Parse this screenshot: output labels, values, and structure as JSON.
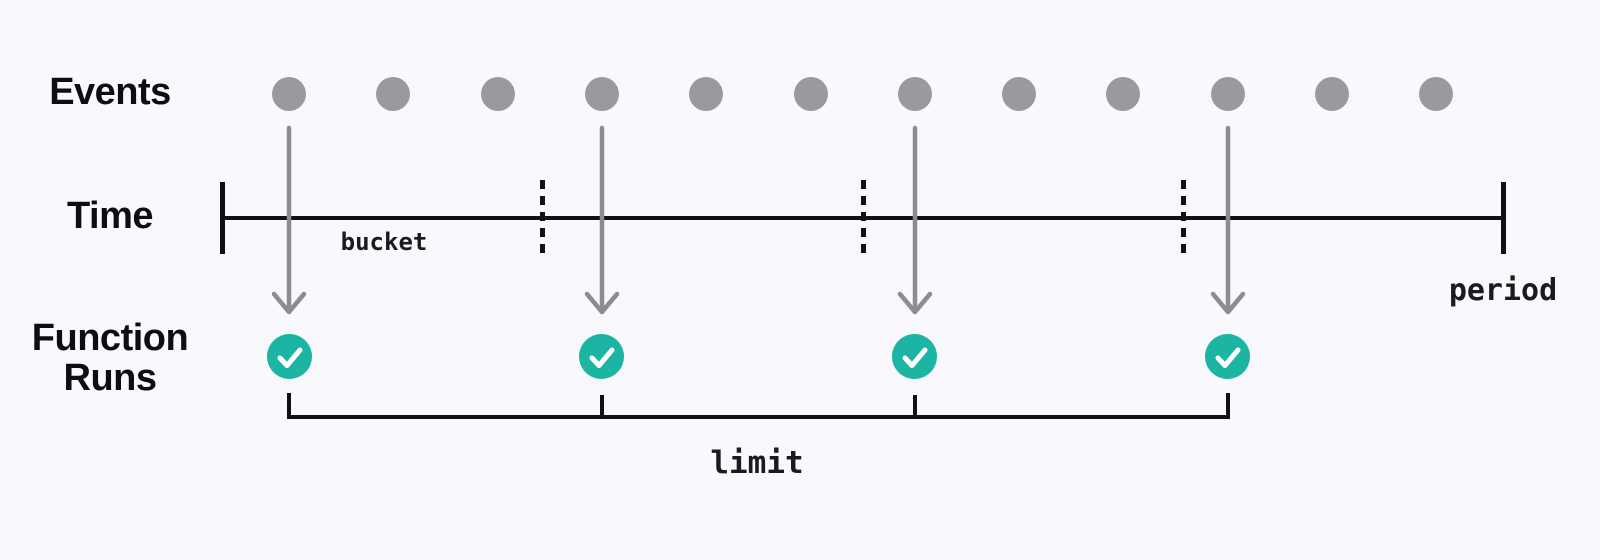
{
  "colors": {
    "background": "#F9F9FD",
    "ink": "#0D0D15",
    "mono_ink": "#1A1A20",
    "line": "#101016",
    "event_dot_gray": "#9A9A9E",
    "arrow_gray": "#8C8C91",
    "run_teal": "#1CB5A3",
    "check_white": "#FFFFFF"
  },
  "labels": {
    "events": "Events",
    "time": "Time",
    "function_runs_line1": "Function",
    "function_runs_line2": "Runs",
    "bucket": "bucket",
    "period": "period",
    "limit": "limit"
  },
  "icons": {
    "run_success": "check-icon",
    "event_flow": "arrow-down-icon"
  },
  "diagram": {
    "event_count": 12,
    "run_event_indices": [
      0,
      3,
      6,
      9
    ],
    "function_run_count": 4,
    "bucket_divider_count": 3,
    "buckets_in_period": 4
  }
}
